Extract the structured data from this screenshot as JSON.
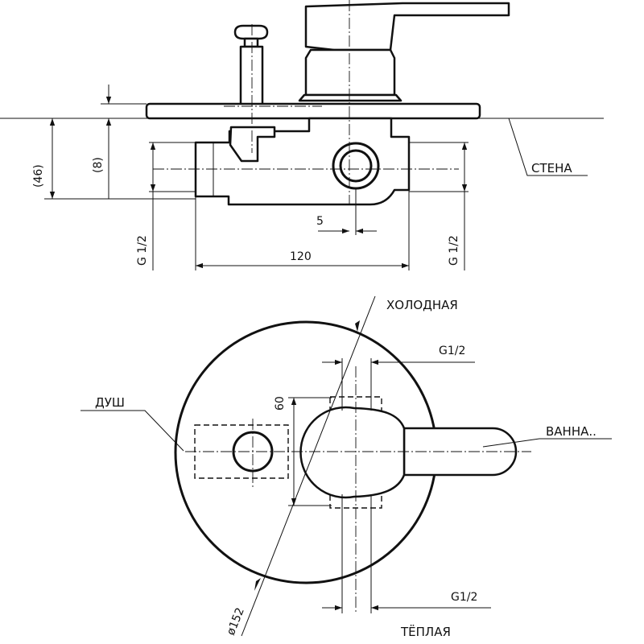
{
  "side_view": {
    "wall_label": "СТЕНА",
    "dim_46": "(46)",
    "dim_8": "(8)",
    "dim_g_left": "G 1/2",
    "dim_g_right": "G 1/2",
    "dim_5": "5",
    "dim_120": "120"
  },
  "top_view": {
    "cold_label": "ХОЛОДНАЯ",
    "warm_label": "ТЁПЛАЯ",
    "shower_label": "ДУШ",
    "bath_label": "ВАННА..",
    "g_top": "G1/2",
    "g_bottom": "G1/2",
    "dim_60": "60",
    "dim_152": "ø152"
  }
}
